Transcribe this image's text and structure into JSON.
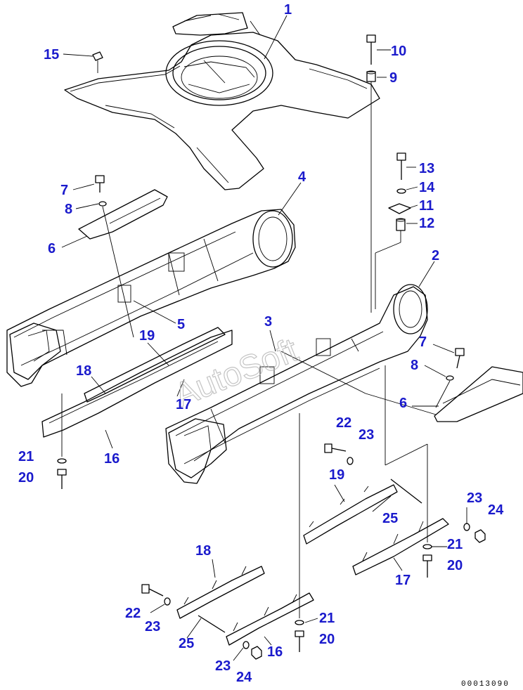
{
  "watermark": "AutoSoft",
  "drawing_number": "00013090",
  "callouts": {
    "c1": "1",
    "c2": "2",
    "c3": "3",
    "c4": "4",
    "c5": "5",
    "c6a": "6",
    "c6b": "6",
    "c7a": "7",
    "c7b": "7",
    "c8a": "8",
    "c8b": "8",
    "c9": "9",
    "c10": "10",
    "c11": "11",
    "c12": "12",
    "c13": "13",
    "c14": "14",
    "c15": "15",
    "c16a": "16",
    "c16b": "16",
    "c17a": "17",
    "c17b": "17",
    "c18a": "18",
    "c18b": "18",
    "c19a": "19",
    "c19b": "19",
    "c20a": "20",
    "c20b": "20",
    "c20c": "20",
    "c21a": "21",
    "c21b": "21",
    "c21c": "21",
    "c22a": "22",
    "c22b": "22",
    "c23a": "23",
    "c23b": "23",
    "c23c": "23",
    "c23d": "23",
    "c24a": "24",
    "c24b": "24",
    "c25a": "25",
    "c25b": "25"
  }
}
